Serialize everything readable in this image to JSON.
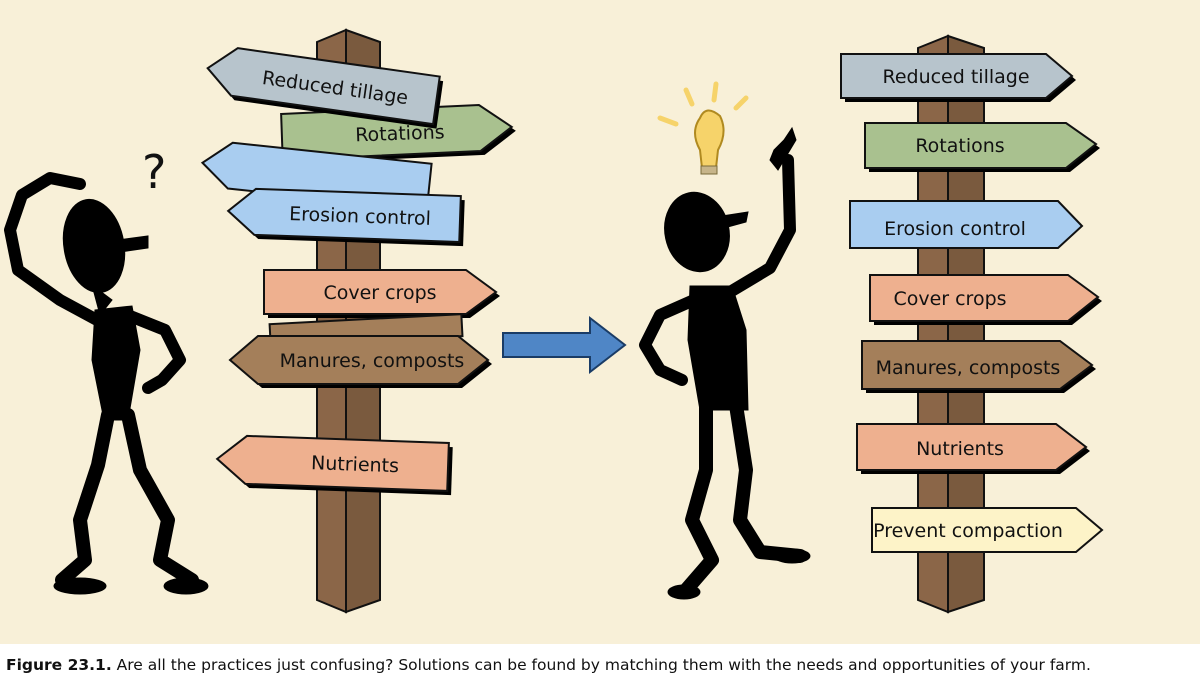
{
  "left_post": {
    "signs": [
      {
        "label": "Reduced tillage",
        "color": "#b7c4cc"
      },
      {
        "label": "Rotations",
        "color": "#a9c18f"
      },
      {
        "label": "Erosion control",
        "color": "#a9cdf0"
      },
      {
        "label": "Cover crops",
        "color": "#eeb08f"
      },
      {
        "label": "Manures, composts",
        "color": "#a47f5a"
      },
      {
        "label": "Nutrients",
        "color": "#eeb08f"
      }
    ]
  },
  "right_post": {
    "signs": [
      {
        "label": "Reduced tillage",
        "color": "#b7c4cc"
      },
      {
        "label": "Rotations",
        "color": "#a9c18f"
      },
      {
        "label": "Erosion control",
        "color": "#a9cdf0"
      },
      {
        "label": "Cover crops",
        "color": "#eeb08f"
      },
      {
        "label": "Manures, composts",
        "color": "#a47f5a"
      },
      {
        "label": "Nutrients",
        "color": "#eeb08f"
      },
      {
        "label": "Prevent compaction",
        "color": "#fdf3c8"
      }
    ]
  },
  "question_mark": "?",
  "caption": {
    "label": "Figure 23.1.",
    "text": " Are all the practices just confusing? Solutions can be found by matching them with the needs and opportunities of your farm."
  },
  "colors": {
    "background": "#f8f0d8",
    "post": "#8b6648",
    "arrow": "#4f86c6",
    "bulb": "#f6d36a"
  }
}
